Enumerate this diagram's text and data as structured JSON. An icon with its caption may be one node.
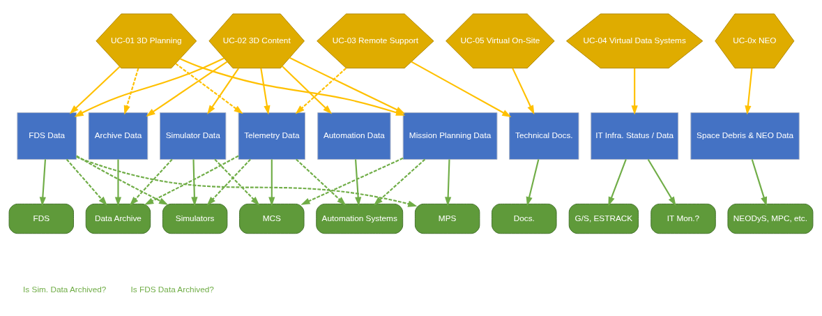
{
  "diagram": {
    "nodes": [
      {
        "text": [
          "UC-01 3D Planning"
        ]
      },
      {
        "text": [
          "UC-02 3D Content"
        ]
      },
      {
        "text": [
          "UC-03 Remote Support"
        ]
      },
      {
        "text": [
          "UC-05 Virtual On-Site"
        ]
      },
      {
        "text": [
          "UC-04 Virtual Data Systems"
        ]
      },
      {
        "text": [
          "UC-0x NEO"
        ]
      },
      {
        "text": [
          "FDS Data"
        ]
      },
      {
        "text": [
          "Archive Data"
        ]
      },
      {
        "text": [
          "Simulator Data"
        ]
      },
      {
        "text": [
          "Telemetry Data"
        ]
      },
      {
        "text": [
          "Automation Data"
        ]
      },
      {
        "text": [
          "Mission Planning Data"
        ]
      },
      {
        "text": [
          "Technical Docs."
        ]
      },
      {
        "text": [
          "IT Infra. Status / Data"
        ]
      },
      {
        "text": [
          "Space Debris & NEO Data"
        ]
      },
      {
        "text": [
          "FDS"
        ]
      },
      {
        "text": [
          "Data Archive"
        ]
      },
      {
        "text": [
          "Simulators"
        ]
      },
      {
        "text": [
          "MCS"
        ]
      },
      {
        "text": [
          "Automation Systems"
        ]
      },
      {
        "text": [
          "MPS"
        ]
      },
      {
        "text": [
          "Docs."
        ]
      },
      {
        "text": [
          "G/S, ESTRACK"
        ]
      },
      {
        "text": [
          "IT Mon.?"
        ]
      },
      {
        "text": [
          "NEODyS, MPC, etc."
        ]
      }
    ],
    "edges": [
      {
        "from": 0,
        "to": 6,
        "arrow": "to",
        "color": "#ffc000"
      },
      {
        "from": 0,
        "to": 7,
        "arrow": "to",
        "style": "dashed",
        "color": "#ffc000"
      },
      {
        "from": 0,
        "to": 9,
        "arrow": "to",
        "style": "dashed",
        "color": "#ffc000"
      },
      {
        "from": 0,
        "to": 11,
        "arrow": "to",
        "color": "#ffc000"
      },
      {
        "from": 1,
        "to": 6,
        "arrow": "to",
        "color": "#ffc000"
      },
      {
        "from": 1,
        "to": 7,
        "arrow": "to",
        "color": "#ffc000"
      },
      {
        "from": 1,
        "to": 8,
        "arrow": "to",
        "color": "#ffc000"
      },
      {
        "from": 1,
        "to": 9,
        "arrow": "to",
        "color": "#ffc000"
      },
      {
        "from": 1,
        "to": 10,
        "arrow": "to",
        "color": "#ffc000"
      },
      {
        "from": 1,
        "to": 11,
        "arrow": "to",
        "color": "#ffc000"
      },
      {
        "from": 2,
        "to": 9,
        "arrow": "to",
        "style": "dashed",
        "color": "#ffc000"
      },
      {
        "from": 2,
        "to": 12,
        "arrow": "to",
        "color": "#ffc000"
      },
      {
        "from": 3,
        "to": 12,
        "arrow": "to",
        "color": "#ffc000"
      },
      {
        "from": 4,
        "to": 13,
        "arrow": "to",
        "color": "#ffc000"
      },
      {
        "from": 5,
        "to": 14,
        "arrow": "to",
        "color": "#ffc000"
      },
      {
        "from": 6,
        "to": 15,
        "arrow": "to"
      },
      {
        "from": 6,
        "to": 16,
        "arrow": "to",
        "style": "dashed"
      },
      {
        "from": 6,
        "to": 17,
        "arrow": "to",
        "style": "dashed"
      },
      {
        "from": 6,
        "to": 20,
        "arrow": "to",
        "style": "dashed"
      },
      {
        "from": 7,
        "to": 16,
        "arrow": "to"
      },
      {
        "from": 8,
        "to": 16,
        "arrow": "to",
        "style": "dashed"
      },
      {
        "from": 8,
        "to": 17,
        "arrow": "to"
      },
      {
        "from": 8,
        "to": 18,
        "arrow": "to",
        "style": "dashed"
      },
      {
        "from": 9,
        "to": 16,
        "arrow": "to",
        "style": "dashed"
      },
      {
        "from": 9,
        "to": 17,
        "arrow": "to",
        "style": "dashed"
      },
      {
        "from": 9,
        "to": 18,
        "arrow": "to"
      },
      {
        "from": 9,
        "to": 19,
        "arrow": "to",
        "style": "dashed"
      },
      {
        "from": 10,
        "to": 19,
        "arrow": "to"
      },
      {
        "from": 11,
        "to": 18,
        "arrow": "to",
        "style": "dashed"
      },
      {
        "from": 11,
        "to": 19,
        "arrow": "to",
        "style": "dashed"
      },
      {
        "from": 11,
        "to": 20,
        "arrow": "to"
      },
      {
        "from": 12,
        "to": 21,
        "arrow": "to"
      },
      {
        "from": 13,
        "to": 22,
        "arrow": "to"
      },
      {
        "from": 13,
        "to": 23,
        "arrow": "to"
      },
      {
        "from": 14,
        "to": 24,
        "arrow": "to"
      }
    ],
    "labels": [
      "Is Sim. Data Archived?",
      "Is FDS Data Archived?"
    ]
  }
}
